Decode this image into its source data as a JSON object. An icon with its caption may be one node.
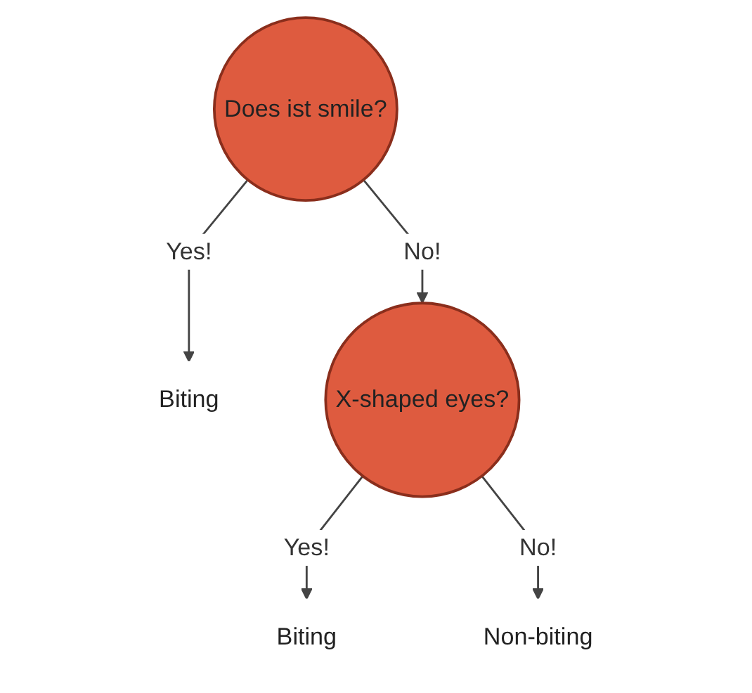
{
  "diagram": {
    "nodes": [
      {
        "text": [
          "Does ist smile?"
        ]
      },
      {
        "text": [
          "Biting"
        ]
      },
      {
        "text": [
          "X-shaped eyes?"
        ]
      },
      {
        "text": [
          "Biting"
        ]
      },
      {
        "text": [
          "Non-biting"
        ]
      }
    ],
    "edges": [
      {
        "from": 0,
        "to": 1,
        "arrow": "to",
        "label": "Yes!"
      },
      {
        "from": 0,
        "to": 2,
        "arrow": "to",
        "label": "No!"
      },
      {
        "from": 2,
        "to": 3,
        "arrow": "to",
        "label": "Yes!"
      },
      {
        "from": 2,
        "to": 4,
        "arrow": "to",
        "label": "No!"
      }
    ]
  }
}
